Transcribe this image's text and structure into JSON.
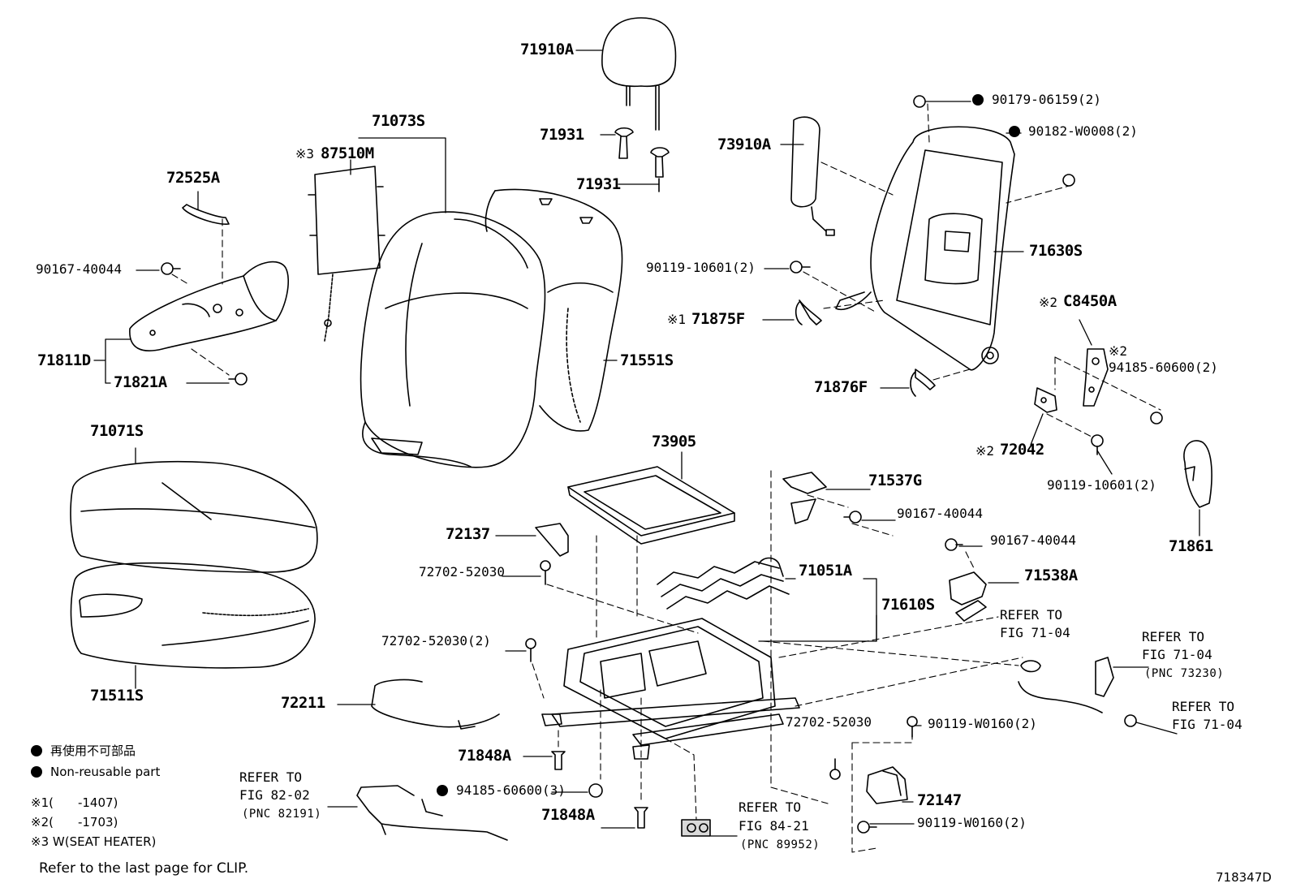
{
  "parts": {
    "p71910A": "71910A",
    "p71931a": "71931",
    "p71931b": "71931",
    "p71073S": "71073S",
    "p87510M_note": "※3",
    "p87510M": "87510M",
    "p72525A": "72525A",
    "p90167_40044_left": "90167-40044",
    "p71811D": "71811D",
    "p71821A": "71821A",
    "p71551S": "71551S",
    "p73910A": "73910A",
    "p90179": "90179-06159(2)",
    "p90182": "90182-W0008(2)",
    "p71630S": "71630S",
    "p90119_10601_top": "90119-10601(2)",
    "p71875F_note": "※1",
    "p71875F": "71875F",
    "pC8450A_note": "※2",
    "pC8450A": "C8450A",
    "p94185_note": "※2",
    "p94185_60600_2": "94185-60600(2)",
    "p71876F": "71876F",
    "p72042_note": "※2",
    "p72042": "72042",
    "p90119_10601_right": "90119-10601(2)",
    "p71861": "71861",
    "p71071S": "71071S",
    "p71511S": "71511S",
    "p73905": "73905",
    "p71537G": "71537G",
    "p90167_40044_mid": "90167-40044",
    "p72137": "72137",
    "p90167_40044_right": "90167-40044",
    "p72702_52030_a": "72702-52030",
    "p71051A": "71051A",
    "p71538A": "71538A",
    "p71610S": "71610S",
    "p72702_52030_2": "72702-52030(2)",
    "p72211": "72211",
    "p72702_52030_b": "72702-52030",
    "p90119_W0160_top": "90119-W0160(2)",
    "p71848A_a": "71848A",
    "p94185_60600_3": "94185-60600(3)",
    "p71848A_b": "71848A",
    "p72147": "72147",
    "p90119_W0160_bot": "90119-W0160(2)"
  },
  "refs": {
    "fig71_04_a_l1": "REFER TO",
    "fig71_04_a_l2": "FIG 71-04",
    "fig71_04_b_l1": "REFER TO",
    "fig71_04_b_l2": "FIG 71-04",
    "fig71_04_b_pnc": "(PNC 73230)",
    "fig71_04_c_l1": "REFER TO",
    "fig71_04_c_l2": "FIG 71-04",
    "fig82_02_l1": "REFER TO",
    "fig82_02_l2": "FIG 82-02",
    "fig82_02_pnc": "(PNC 82191)",
    "fig84_21_l1": "REFER TO",
    "fig84_21_l2": "FIG 84-21",
    "fig84_21_pnc": "(PNC 89952)"
  },
  "legend": {
    "nonreusable_jp": "再使用不可部品",
    "nonreusable_en": "Non-reusable part",
    "note1": "※1(　　-1407)",
    "note2": "※2(　　-1703)",
    "note3": "※3 W(SEAT HEATER)",
    "clip_note": "Refer to the last page for CLIP."
  },
  "figure_code": "718347D"
}
